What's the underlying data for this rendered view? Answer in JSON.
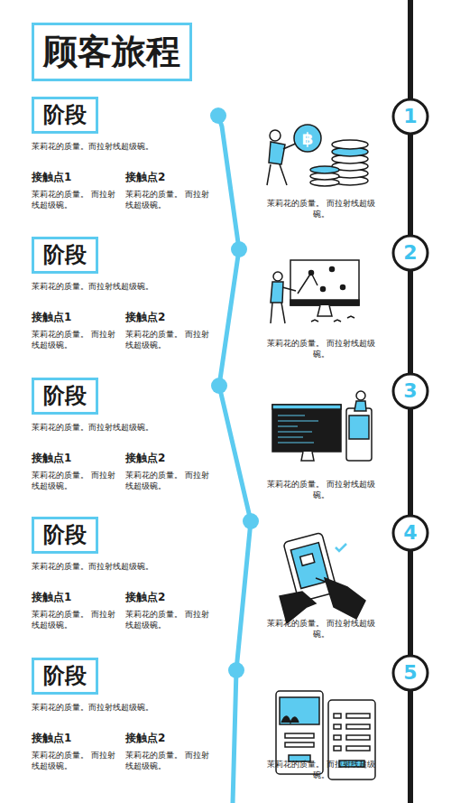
{
  "diagram": {
    "title": "顾客旅程",
    "nodes": [
      {
        "text": [
          "阶段"
        ]
      },
      {
        "text": [
          "1"
        ]
      },
      {
        "text": [
          "阶段"
        ]
      },
      {
        "text": [
          "2"
        ]
      },
      {
        "text": [
          "阶段"
        ]
      },
      {
        "text": [
          "3"
        ]
      },
      {
        "text": [
          "阶段"
        ]
      },
      {
        "text": [
          "4"
        ]
      },
      {
        "text": [
          "阶段"
        ]
      },
      {
        "text": [
          "5"
        ]
      }
    ],
    "edges": [
      {
        "from": 1,
        "to": 3,
        "arrow": "none"
      },
      {
        "from": 3,
        "to": 5,
        "arrow": "none"
      },
      {
        "from": 5,
        "to": 7,
        "arrow": "none"
      },
      {
        "from": 7,
        "to": 9,
        "arrow": "none"
      }
    ],
    "labels": [
      "茉莉花的质量。而拉射线超级碗。",
      "接触点1",
      "茉莉花的质量。 而拉射线超级碗。",
      "接触点2",
      "茉莉花的质量。 而拉射线超级碗。",
      "茉莉花的质量。 而拉射线超级碗。",
      "茉莉花的质量。而拉射线超级碗。",
      "接触点1",
      "茉莉花的质量。 而拉射线超级碗。",
      "接触点2",
      "茉莉花的质量。 而拉射线超级碗。",
      "茉莉花的质量。 而拉射线超级碗。",
      "茉莉花的质量。而拉射线超级碗。",
      "接触点1",
      "茉莉花的质量。 而拉射线超级碗。",
      "接触点2",
      "茉莉花的质量。 而拉射线超级碗。",
      "茉莉花的质量。 而拉射线超级碗。",
      "茉莉花的质量。而拉射线超级碗。",
      "接触点1",
      "茉莉花的质量。 而拉射线超级碗。",
      "接触点2",
      "茉莉花的质量。 而拉射线超级碗。",
      "茉莉花的质量。 而拉射线超级碗。",
      "茉莉花的质量。而拉射线超级碗。",
      "接触点1",
      "茉莉花的质量。 而拉射线超级碗。",
      "接触点2",
      "茉莉花的质量。 而拉射线超级碗。",
      "茉莉花的质量。 而拉射线超级碗。"
    ]
  }
}
